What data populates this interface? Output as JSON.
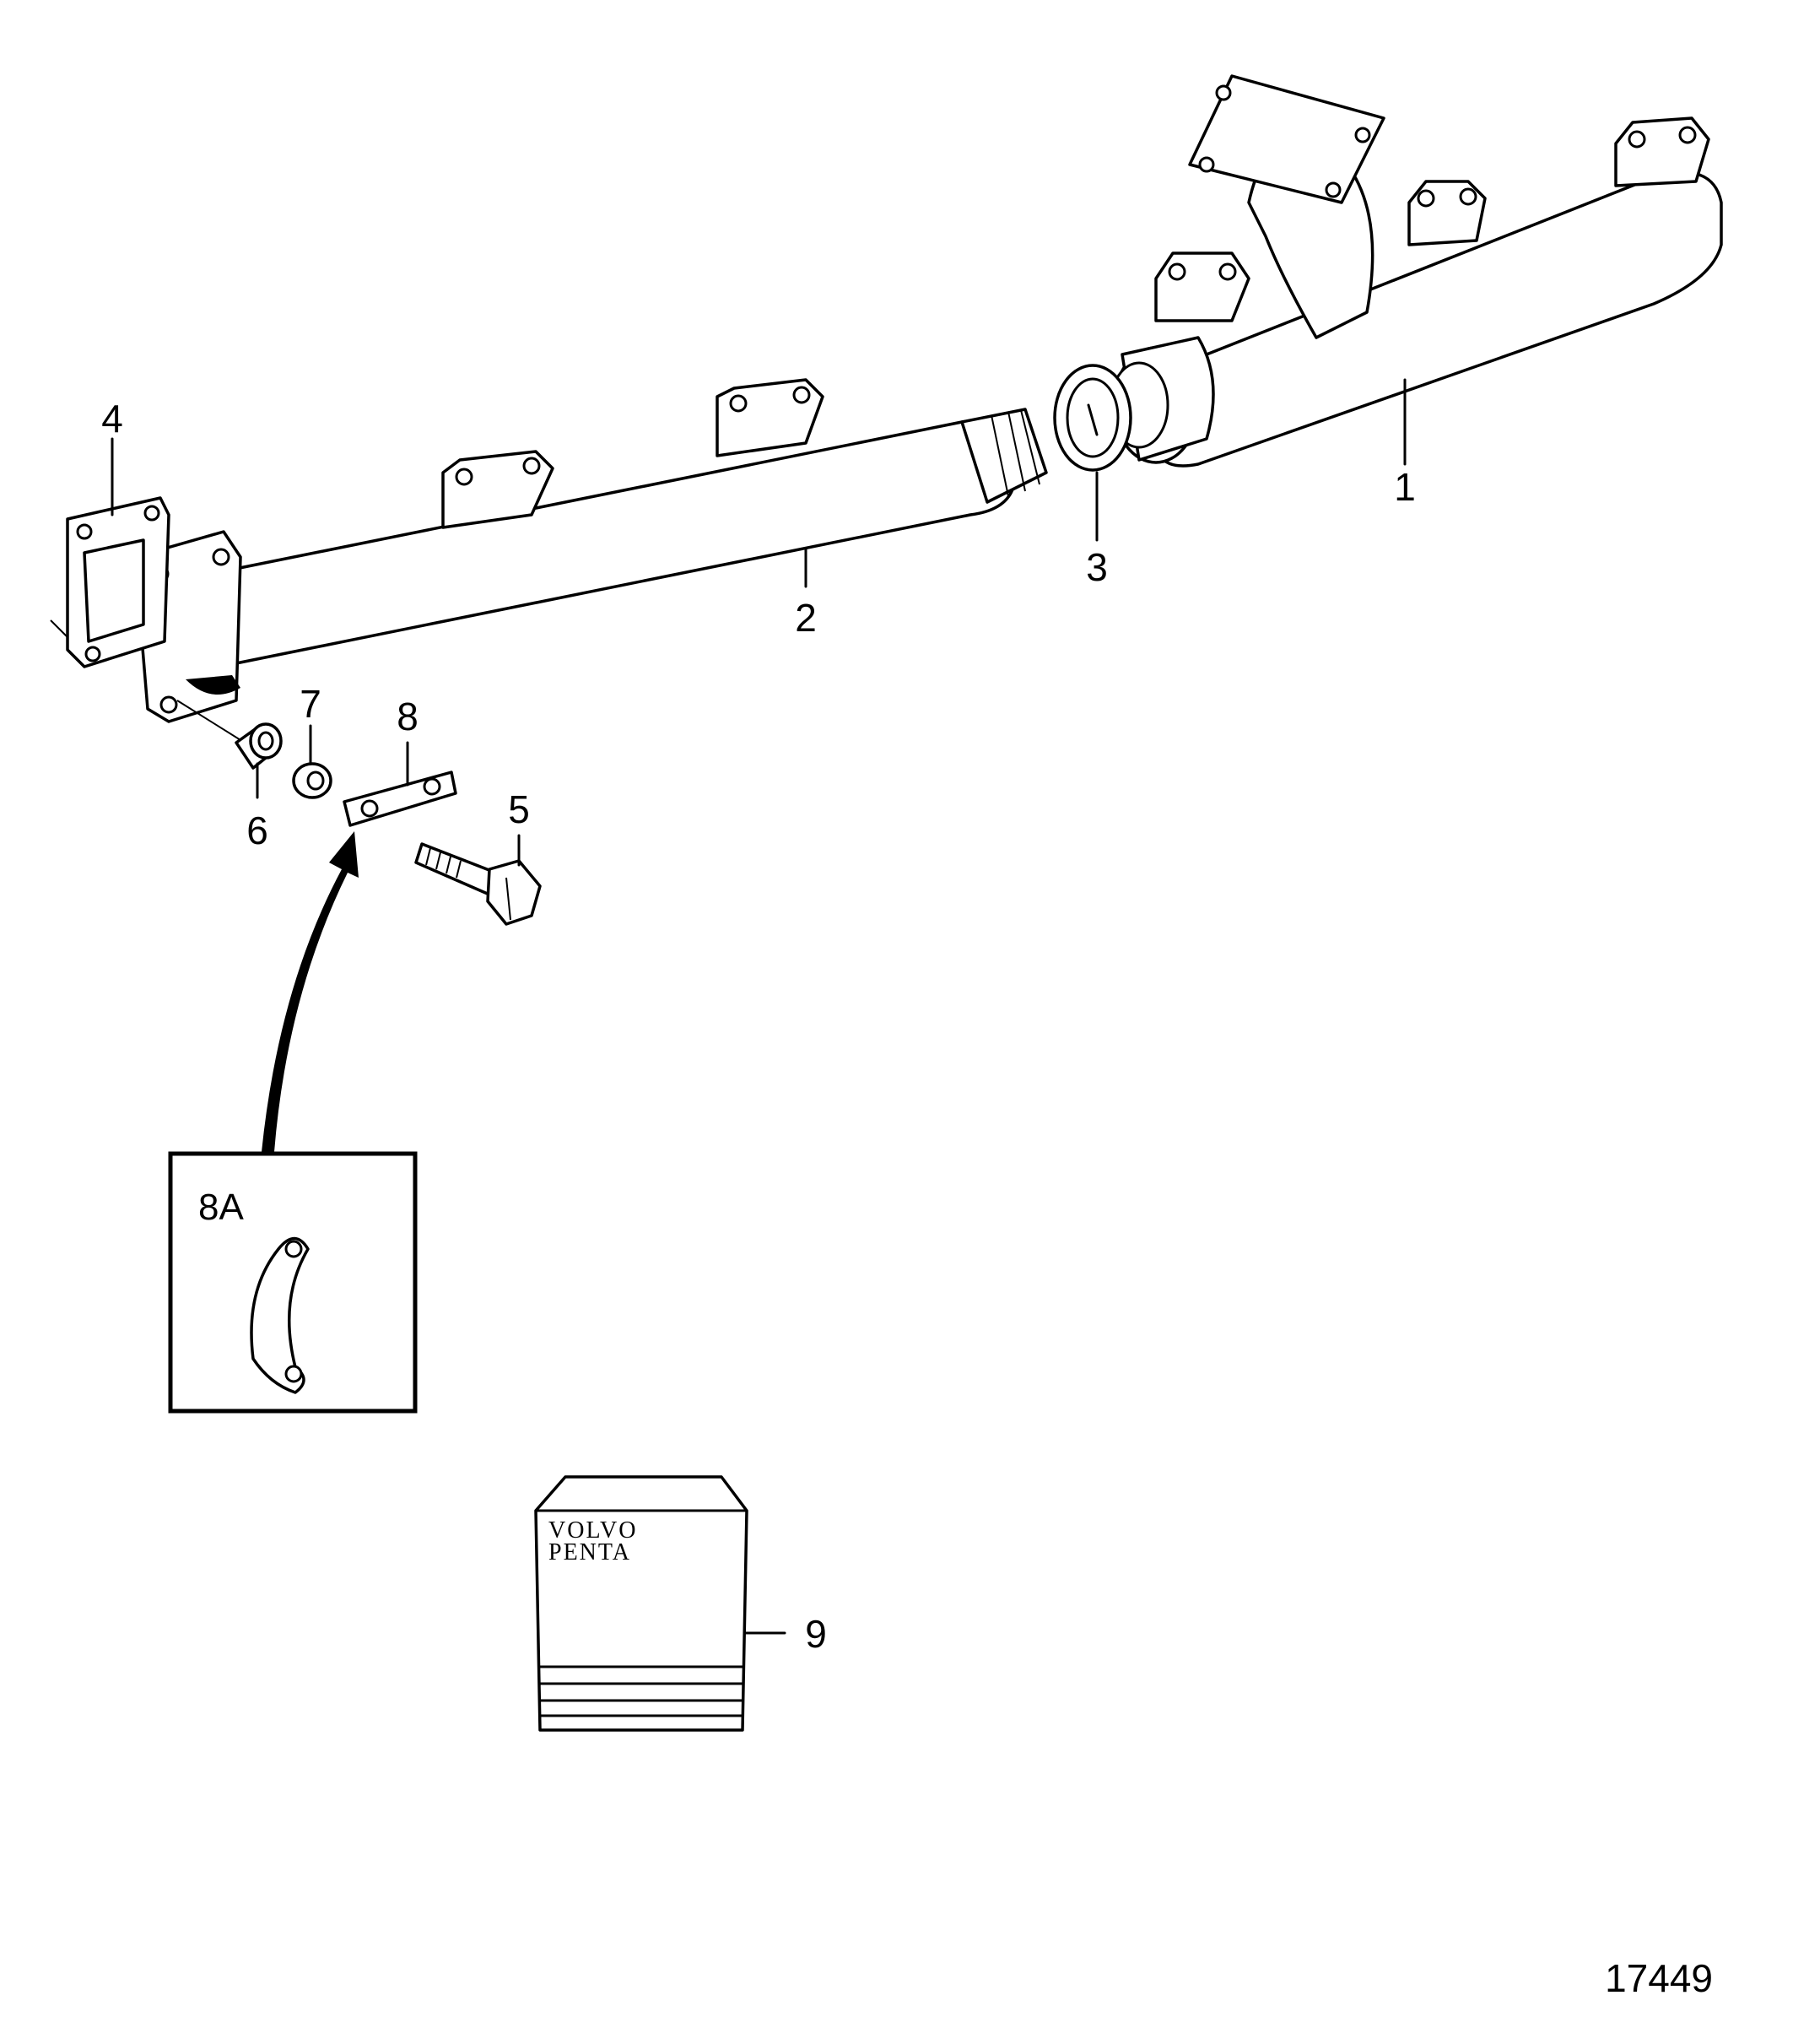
{
  "callouts": [
    {
      "id": "1",
      "label": "1"
    },
    {
      "id": "2",
      "label": "2"
    },
    {
      "id": "3",
      "label": "3"
    },
    {
      "id": "4",
      "label": "4"
    },
    {
      "id": "5",
      "label": "5"
    },
    {
      "id": "6",
      "label": "6"
    },
    {
      "id": "7",
      "label": "7"
    },
    {
      "id": "8",
      "label": "8"
    },
    {
      "id": "8A",
      "label": "8A"
    },
    {
      "id": "9",
      "label": "9"
    }
  ],
  "inset": {
    "label": "8A"
  },
  "gasket_kit": {
    "brand_line1": "VOLVO",
    "brand_line2": "PENTA"
  },
  "figure_number": "17449"
}
